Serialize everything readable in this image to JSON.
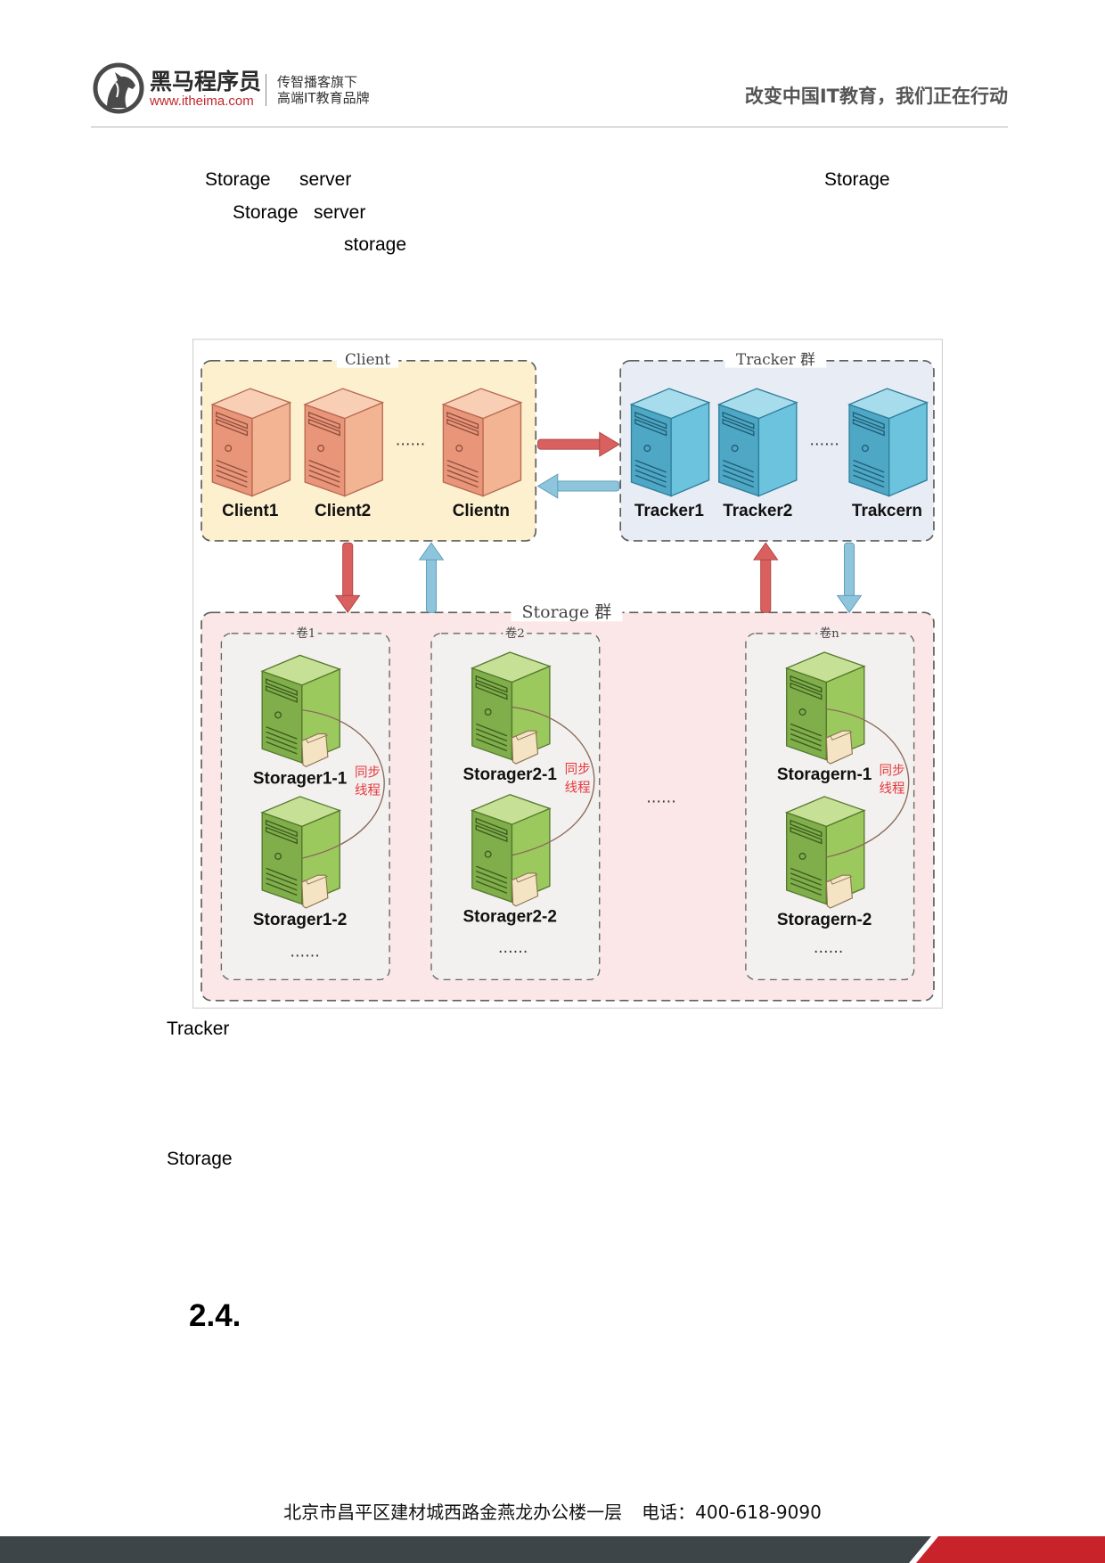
{
  "header": {
    "brand_name": "黑马程序员",
    "brand_url": "www.itheima.com",
    "tagline_line1": "传智播客旗下",
    "tagline_line2": "高端IT教育品牌",
    "slogan": "改变中国IT教育，我们正在行动"
  },
  "intro": {
    "line1": {
      "word1": "Storage",
      "word2": "server",
      "word3": "Storage"
    },
    "line2": {
      "word1": "Storage",
      "word2": "server"
    },
    "line3": {
      "word1": "storage"
    }
  },
  "diagram": {
    "client_group": {
      "title": "Client",
      "nodes": [
        "Client1",
        "Client2",
        "Clientn"
      ],
      "ellipsis": "……"
    },
    "tracker_group": {
      "title": "Tracker 群",
      "nodes": [
        "Tracker1",
        "Tracker2",
        "Trakcern"
      ],
      "ellipsis": "……"
    },
    "storage_group": {
      "title": "Storage 群",
      "ellipsis": "……",
      "volumes": [
        {
          "title": "卷1",
          "nodes": [
            "Storager1-1",
            "Storager1-2"
          ],
          "sync_label": [
            "同步",
            "线程"
          ],
          "ellipsis": "……"
        },
        {
          "title": "卷2",
          "nodes": [
            "Storager2-1",
            "Storager2-2"
          ],
          "sync_label": [
            "同步",
            "线程"
          ],
          "ellipsis": "……"
        },
        {
          "title": "卷n",
          "nodes": [
            "Storagern-1",
            "Storagern-2"
          ],
          "sync_label": [
            "同步",
            "线程"
          ],
          "ellipsis": "……"
        }
      ]
    }
  },
  "after_diagram": {
    "tracker_text": "Tracker",
    "storage_text": "Storage"
  },
  "section": {
    "heading": "2.4."
  },
  "footer": {
    "address": "北京市昌平区建材城西路金燕龙办公楼一层",
    "phone": "电话：400-618-9090"
  },
  "icons": {
    "logo": "itheima-horse-logo",
    "server": "server-tower-icon",
    "file": "file-icon"
  },
  "colors": {
    "brand_red": "#c1272d",
    "client_group_fill": "#fdf0cf",
    "tracker_group_fill": "#e8ecf4",
    "storage_group_fill": "#fbe7e7",
    "volume_fill": "#f3f0f0",
    "request_arrow": "#d9605e",
    "response_arrow": "#8ec5dc",
    "client_server": "#f3b493",
    "tracker_server": "#6cc3dd",
    "storage_server": "#9cc95e",
    "sync_label": "#e8373a",
    "footer_bar": "#3e4548",
    "footer_accent": "#c8232b"
  }
}
